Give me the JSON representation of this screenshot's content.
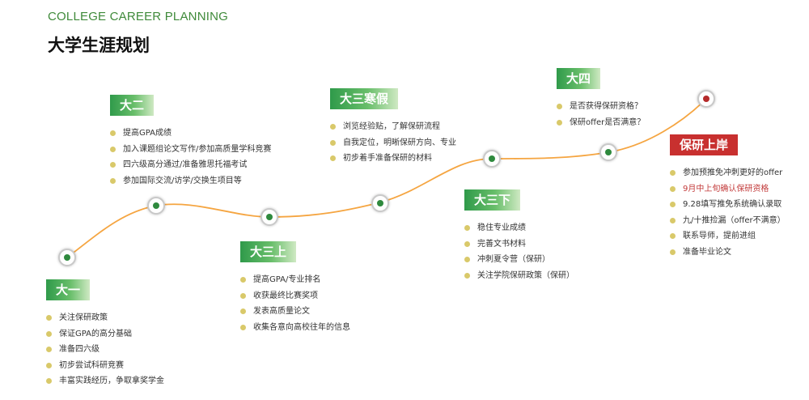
{
  "header": {
    "subtitle": "COLLEGE CAREER PLANNING",
    "title": "大学生涯规划"
  },
  "colors": {
    "curve": "#f5a541",
    "badge_green": "#2f9a4a",
    "badge_red": "#c8302f",
    "bullet": "#d9c96a",
    "highlight_text": "#c23a3a",
    "node_core": "#2f8a3e",
    "final_node_core": "#b52a2a"
  },
  "stages": [
    {
      "label": "大一",
      "items": [
        {
          "text": "关注保研政策"
        },
        {
          "text": "保证GPA的高分基础"
        },
        {
          "text": "准备四六级"
        },
        {
          "text": "初步尝试科研竞赛"
        },
        {
          "text": "丰富实践经历，争取拿奖学金"
        }
      ]
    },
    {
      "label": "大二",
      "items": [
        {
          "text": "提高GPA成绩"
        },
        {
          "text": "加入课题组论文写作/参加高质量学科竞赛"
        },
        {
          "text": "四六级高分通过/准备雅思托福考试"
        },
        {
          "text": "参加国际交流/访学/交换生项目等"
        }
      ]
    },
    {
      "label": "大三上",
      "items": [
        {
          "text": "提高GPA/专业排名"
        },
        {
          "text": "收获最终比赛奖项"
        },
        {
          "text": "发表高质量论文"
        },
        {
          "text": "收集各意向高校往年的信息"
        }
      ]
    },
    {
      "label": "大三寒假",
      "items": [
        {
          "text": "浏览经验贴，了解保研流程"
        },
        {
          "text": "自我定位，明晰保研方向、专业"
        },
        {
          "text": "初步着手准备保研的材料"
        }
      ]
    },
    {
      "label": "大三下",
      "items": [
        {
          "text": "稳住专业成绩"
        },
        {
          "text": "完善文书材料"
        },
        {
          "text": "冲刺夏令营（保研）"
        },
        {
          "text": "关注学院保研政策（保研）"
        }
      ]
    },
    {
      "label": "大四",
      "items": [
        {
          "text": "是否获得保研资格？"
        },
        {
          "text": "保研offer是否满意？"
        }
      ]
    },
    {
      "label": "保研上岸",
      "items": [
        {
          "text": "参加预推免冲刺更好的offer"
        },
        {
          "text": "9月中上旬确认保研资格",
          "highlight": true
        },
        {
          "text": "9.28填写推免系统确认录取"
        },
        {
          "text": "九/十推捡漏（offer不满意）"
        },
        {
          "text": "联系导师，提前进组"
        },
        {
          "text": "准备毕业论文"
        }
      ]
    }
  ]
}
